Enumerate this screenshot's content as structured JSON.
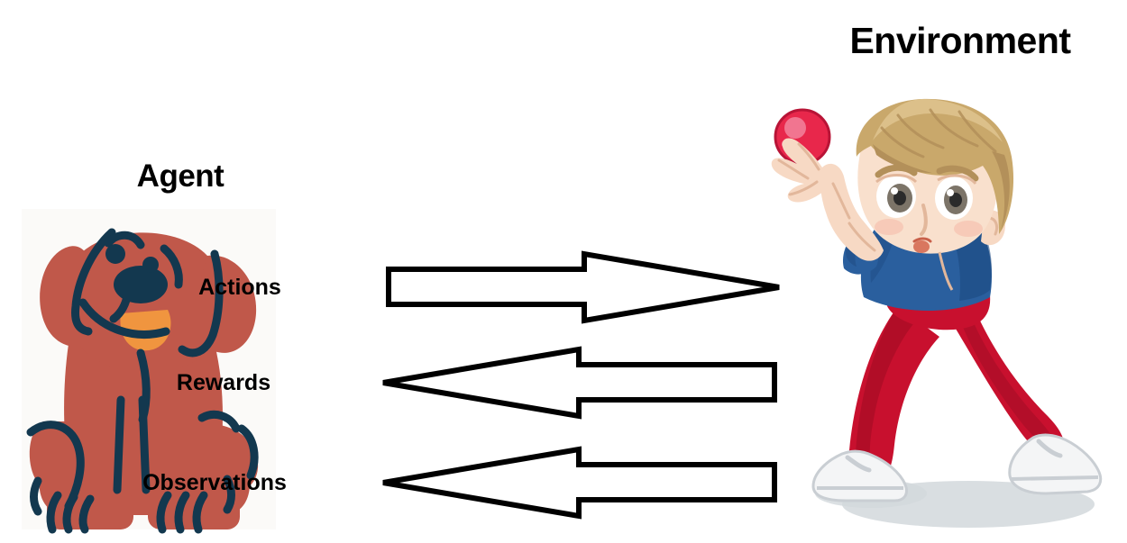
{
  "diagram": {
    "type": "reinforcement-learning-loop",
    "background_color": "#ffffff"
  },
  "agent": {
    "title": "Agent",
    "figure": "dog",
    "colors": {
      "body": "#c0584a",
      "outline": "#13384f",
      "tongue": "#f0953f",
      "panel": "#fbfaf8"
    }
  },
  "environment": {
    "title": "Environment",
    "figure": "boy-throwing-ball",
    "colors": {
      "shirt": "#2a5f9e",
      "shirt_shade": "#1d4a80",
      "pants": "#c8102e",
      "pants_shade": "#9e0b23",
      "hair": "#c9a86b",
      "hair_light": "#dcc characterised",
      "skin": "#f7d9c4",
      "shoe": "#f2f2f2",
      "ball": "#e8274b",
      "shadow": "#d2d8dc"
    }
  },
  "arrows": [
    {
      "id": "actions",
      "label": "Actions",
      "direction": "right",
      "from": "agent",
      "to": "environment"
    },
    {
      "id": "rewards",
      "label": "Rewards",
      "direction": "left",
      "from": "environment",
      "to": "agent"
    },
    {
      "id": "observations",
      "label": "Observations",
      "direction": "left",
      "from": "environment",
      "to": "agent"
    }
  ],
  "style": {
    "arrow_fill": "#ffffff",
    "arrow_stroke": "#000000",
    "text_color": "#000000"
  }
}
